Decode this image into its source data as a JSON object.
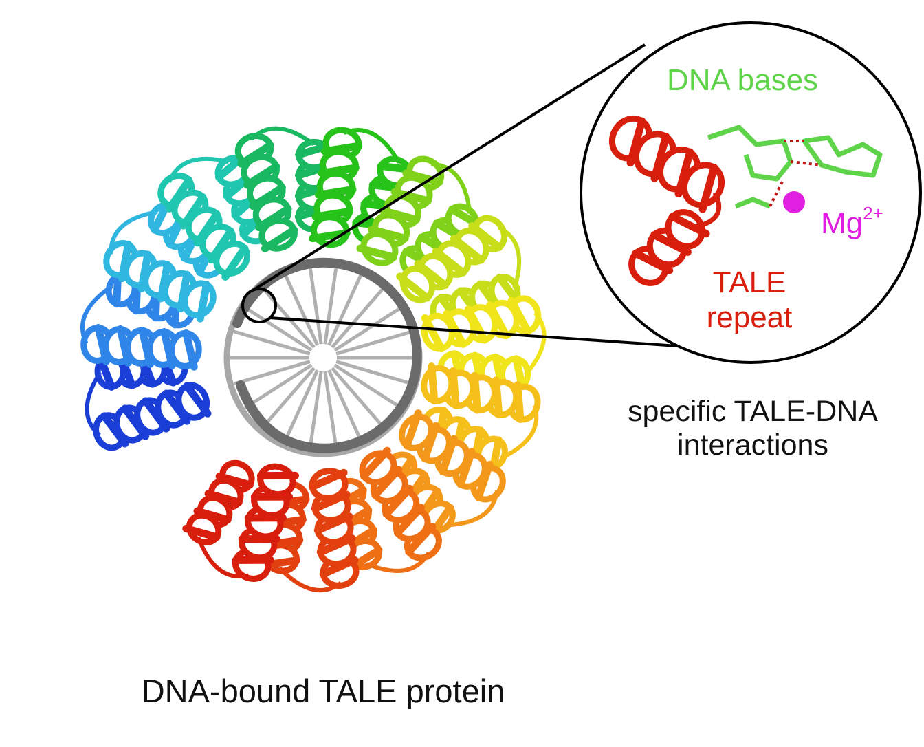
{
  "labels": {
    "main": "DNA-bound TALE protein",
    "specific_line1": "specific TALE-DNA",
    "specific_line2": "interactions",
    "dna_bases": "DNA bases",
    "mg_base": "Mg",
    "mg_charge": "2+",
    "tale_line1": "TALE",
    "tale_line2": "repeat"
  },
  "colors": {
    "tale_repeat": "#d81e0c",
    "dna_bases": "#5fd34a",
    "magnesium": "#e11fe0",
    "dna_backbone": "#6b6b6b",
    "repeat_palette": [
      "#1b3fd6",
      "#2f86e8",
      "#2fb7e0",
      "#20c6b0",
      "#1ab860",
      "#27c21a",
      "#7fd11a",
      "#c8de1a",
      "#f0e51a",
      "#f5c01a",
      "#f3981a",
      "#ef6f14",
      "#e3400f",
      "#d81e0c"
    ]
  },
  "icons": {
    "magnesium_ion": "sphere"
  }
}
